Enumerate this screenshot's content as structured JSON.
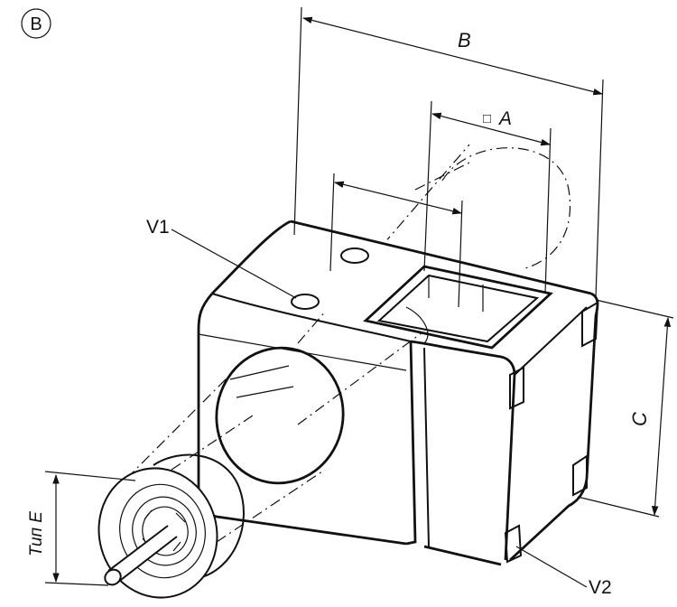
{
  "view_badge": "B",
  "dimensions": {
    "B": "B",
    "A": "A",
    "A_symbol": "□",
    "C": "C",
    "E": "Тип E"
  },
  "callouts": {
    "V1": "V1",
    "V2": "V2"
  }
}
